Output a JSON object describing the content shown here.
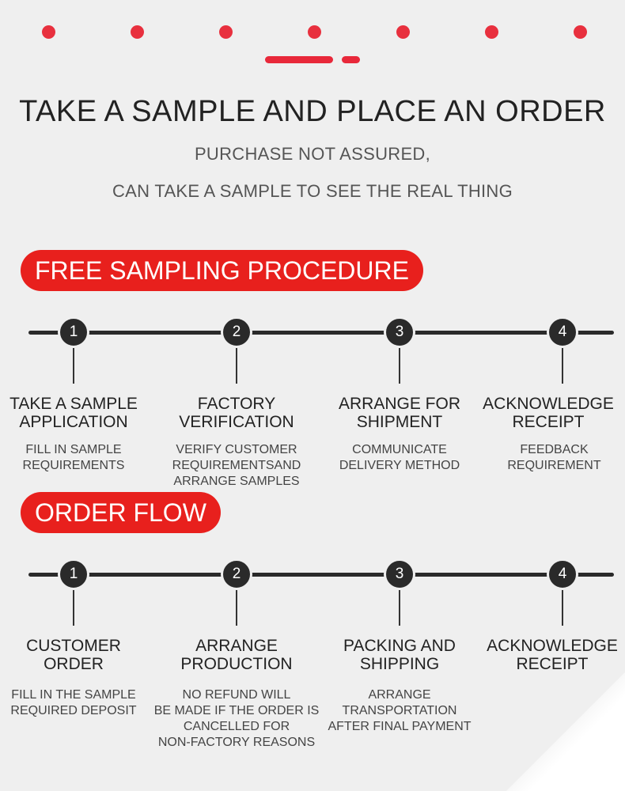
{
  "header": {
    "title": "TAKE A SAMPLE AND PLACE AN ORDER",
    "subtitle_line1": "PURCHASE NOT ASSURED,",
    "subtitle_line2": "CAN TAKE A SAMPLE TO SEE THE REAL THING"
  },
  "colors": {
    "accent": "#e8201d",
    "dark": "#2a2a2a",
    "background": "#efefef"
  },
  "sampling": {
    "heading": "FREE SAMPLING PROCEDURE",
    "steps": [
      {
        "num": "1",
        "title1": "TAKE A SAMPLE",
        "title2": "APPLICATION",
        "desc1": "FILL IN SAMPLE",
        "desc2": "REQUIREMENTS",
        "desc3": ""
      },
      {
        "num": "2",
        "title1": "FACTORY",
        "title2": "VERIFICATION",
        "desc1": "VERIFY CUSTOMER",
        "desc2": "REQUIREMENTSAND",
        "desc3": "ARRANGE SAMPLES"
      },
      {
        "num": "3",
        "title1": "ARRANGE FOR",
        "title2": "SHIPMENT",
        "desc1": "COMMUNICATE",
        "desc2": "DELIVERY METHOD",
        "desc3": ""
      },
      {
        "num": "4",
        "title1": "ACKNOWLEDGE",
        "title2": "RECEIPT",
        "desc1": "FEEDBACK",
        "desc2": "REQUIREMENT",
        "desc3": ""
      }
    ]
  },
  "order": {
    "heading": "ORDER FLOW",
    "steps": [
      {
        "num": "1",
        "title1": "CUSTOMER",
        "title2": "ORDER",
        "desc1": "FILL IN THE SAMPLE",
        "desc2": "REQUIRED DEPOSIT",
        "desc3": "",
        "desc4": ""
      },
      {
        "num": "2",
        "title1": "ARRANGE",
        "title2": "PRODUCTION",
        "desc1": "NO REFUND WILL",
        "desc2": "BE MADE IF THE ORDER IS",
        "desc3": "CANCELLED FOR",
        "desc4": "NON-FACTORY REASONS"
      },
      {
        "num": "3",
        "title1": "PACKING AND",
        "title2": "SHIPPING",
        "desc1": "ARRANGE",
        "desc2": "TRANSPORTATION",
        "desc3": "AFTER FINAL PAYMENT",
        "desc4": ""
      },
      {
        "num": "4",
        "title1": "ACKNOWLEDGE",
        "title2": "RECEIPT",
        "desc1": "",
        "desc2": "",
        "desc3": "",
        "desc4": ""
      }
    ]
  }
}
